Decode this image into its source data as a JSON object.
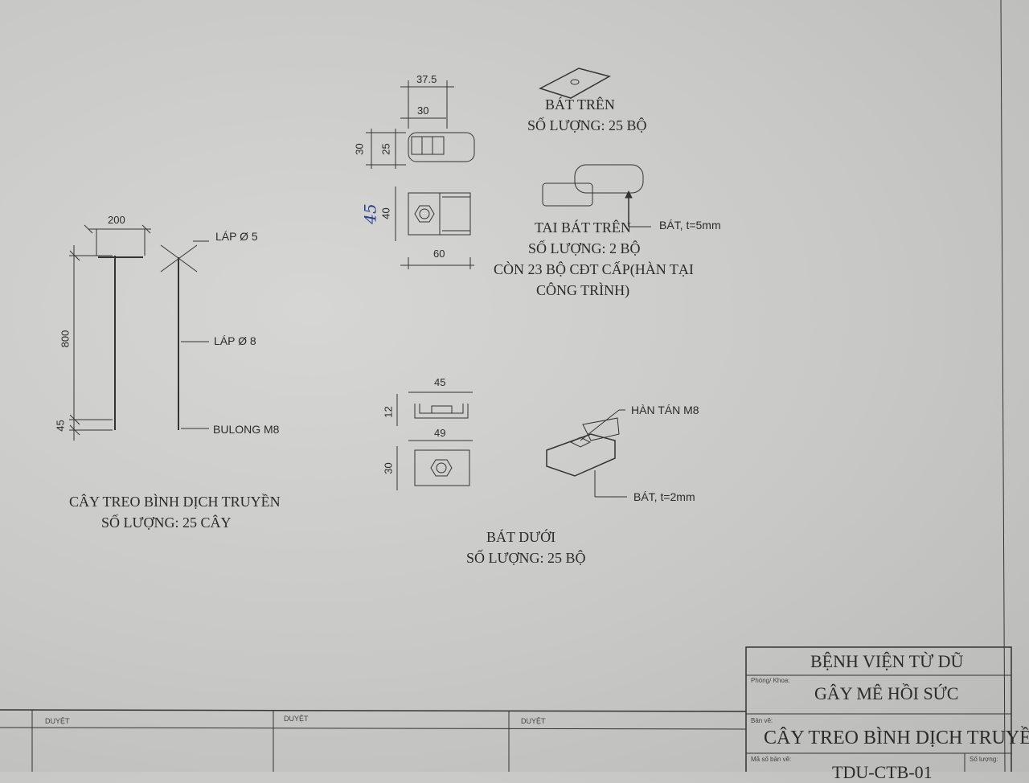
{
  "hanger": {
    "title": "CÂY TREO BÌNH DỊCH TRUYỀN",
    "qty": "SỐ LƯỢNG: 25 CÂY",
    "dim_width": "200",
    "dim_height": "800",
    "dim_bottom": "45",
    "label_top": "LÁP Ø 5",
    "label_mid": "LÁP Ø 8",
    "label_bottom": "BULONG M8"
  },
  "upper_bracket": {
    "title": "BÁT TRÊN",
    "qty": "SỐ LƯỢNG: 25 BỘ",
    "dim_a": "37.5",
    "dim_b": "30",
    "dim_c": "30",
    "dim_d": "25",
    "dim_e": "40",
    "dim_f": "60",
    "handwritten": "45"
  },
  "upper_ear": {
    "title": "TAI BÁT TRÊN",
    "qty": "SỐ LƯỢNG: 2 BỘ",
    "note1": "CÒN 23 BỘ CĐT CẤP(HÀN TẠI",
    "note2": "CÔNG TRÌNH)",
    "callout": "BÁT, t=5mm"
  },
  "lower_bracket": {
    "title": "BÁT DƯỚI",
    "qty": "SỐ LƯỢNG: 25 BỘ",
    "dim_a": "45",
    "dim_b": "12",
    "dim_c": "49",
    "dim_d": "30",
    "callout_nut": "HÀN TÁN M8",
    "callout_plate": "BÁT, t=2mm"
  },
  "title_block": {
    "org": "BỆNH VIỆN TỪ DŨ",
    "dept_label": "Phòng/ Khoa:",
    "dept": "GÂY MÊ HỒI SỨC",
    "drawing_label": "Bản vẽ:",
    "drawing": "CÂY TREO BÌNH DỊCH TRUYỀN",
    "code_label": "Mã số bản vẽ:",
    "code": "TDU-CTB-01",
    "qty_label": "Số lượng:"
  },
  "approvals": [
    "DUYỆT",
    "DUYỆT",
    "DUYỆT"
  ]
}
